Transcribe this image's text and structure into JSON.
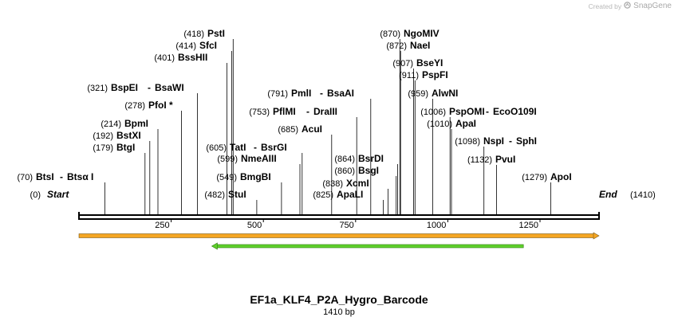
{
  "watermark": {
    "prefix": "Created by",
    "brand": "SnapGene"
  },
  "sequence": {
    "name": "EF1a_KLF4_P2A_Hygro_Barcode",
    "length_label": "1410 bp",
    "length": 1410
  },
  "axis": {
    "ticks": [
      250,
      500,
      750,
      1000,
      1250
    ]
  },
  "ends": {
    "start": {
      "label": "Start",
      "position": 0,
      "pos_label": "(0)"
    },
    "end": {
      "label": "End",
      "position": 1410,
      "pos_label": "(1410)"
    }
  },
  "sites": [
    {
      "id": "btsi",
      "name": "BtsI",
      "alt": "Btsα I",
      "position": 70,
      "pos_label": "(70)"
    },
    {
      "id": "btgi",
      "name": "BtgI",
      "position": 179,
      "pos_label": "(179)"
    },
    {
      "id": "bstxi",
      "name": "BstXI",
      "position": 192,
      "pos_label": "(192)"
    },
    {
      "id": "bpmi",
      "name": "BpmI",
      "position": 214,
      "pos_label": "(214)"
    },
    {
      "id": "pfoi",
      "name": "PfoI *",
      "position": 278,
      "pos_label": "(278)"
    },
    {
      "id": "bspei",
      "name": "BspEI",
      "alt": "BsaWI",
      "position": 321,
      "pos_label": "(321)"
    },
    {
      "id": "bsshii",
      "name": "BssHII",
      "position": 401,
      "pos_label": "(401)"
    },
    {
      "id": "sfci",
      "name": "SfcI",
      "position": 414,
      "pos_label": "(414)"
    },
    {
      "id": "psti",
      "name": "PstI",
      "position": 418,
      "pos_label": "(418)"
    },
    {
      "id": "stui",
      "name": "StuI",
      "position": 482,
      "pos_label": "(482)"
    },
    {
      "id": "bmgbi",
      "name": "BmgBI",
      "position": 549,
      "pos_label": "(549)"
    },
    {
      "id": "nmeaiii",
      "name": "NmeAIII",
      "position": 599,
      "pos_label": "(599)"
    },
    {
      "id": "tati",
      "name": "TatI",
      "alt": "BsrGI",
      "position": 605,
      "pos_label": "(605)"
    },
    {
      "id": "acui",
      "name": "AcuI",
      "position": 685,
      "pos_label": "(685)"
    },
    {
      "id": "pflmi",
      "name": "PflMI",
      "alt": "DraIII",
      "position": 753,
      "pos_label": "(753)"
    },
    {
      "id": "pmli",
      "name": "PmlI",
      "alt": "BsaAI",
      "position": 791,
      "pos_label": "(791)"
    },
    {
      "id": "apali",
      "name": "ApaLI",
      "position": 825,
      "pos_label": "(825)"
    },
    {
      "id": "xcmi",
      "name": "XcmI",
      "position": 838,
      "pos_label": "(838)"
    },
    {
      "id": "bsgi",
      "name": "BsgI",
      "position": 860,
      "pos_label": "(860)"
    },
    {
      "id": "bsrdi",
      "name": "BsrDI",
      "position": 864,
      "pos_label": "(864)"
    },
    {
      "id": "ngomiv",
      "name": "NgoMIV",
      "position": 870,
      "pos_label": "(870)"
    },
    {
      "id": "naei",
      "name": "NaeI",
      "position": 872,
      "pos_label": "(872)"
    },
    {
      "id": "bseyi",
      "name": "BseYI",
      "position": 907,
      "pos_label": "(907)"
    },
    {
      "id": "pspfi",
      "name": "PspFI",
      "position": 911,
      "pos_label": "(911)"
    },
    {
      "id": "alwni",
      "name": "AlwNI",
      "position": 959,
      "pos_label": "(959)"
    },
    {
      "id": "pspomi",
      "name": "PspOMI",
      "alt": "EcoO109I",
      "position": 1006,
      "pos_label": "(1006)"
    },
    {
      "id": "apai",
      "name": "ApaI",
      "position": 1010,
      "pos_label": "(1010)"
    },
    {
      "id": "nspi",
      "name": "NspI",
      "alt": "SphI",
      "position": 1098,
      "pos_label": "(1098)"
    },
    {
      "id": "pvui",
      "name": "PvuI",
      "position": 1132,
      "pos_label": "(1132)"
    },
    {
      "id": "apoi",
      "name": "ApoI",
      "position": 1279,
      "pos_label": "(1279)"
    }
  ],
  "features": [
    {
      "id": "orange",
      "start": 0,
      "end": 1410,
      "direction": "forward",
      "color": "#f5a623"
    },
    {
      "id": "green",
      "start": 360,
      "end": 1205,
      "direction": "reverse",
      "color": "#5fd12b"
    }
  ]
}
